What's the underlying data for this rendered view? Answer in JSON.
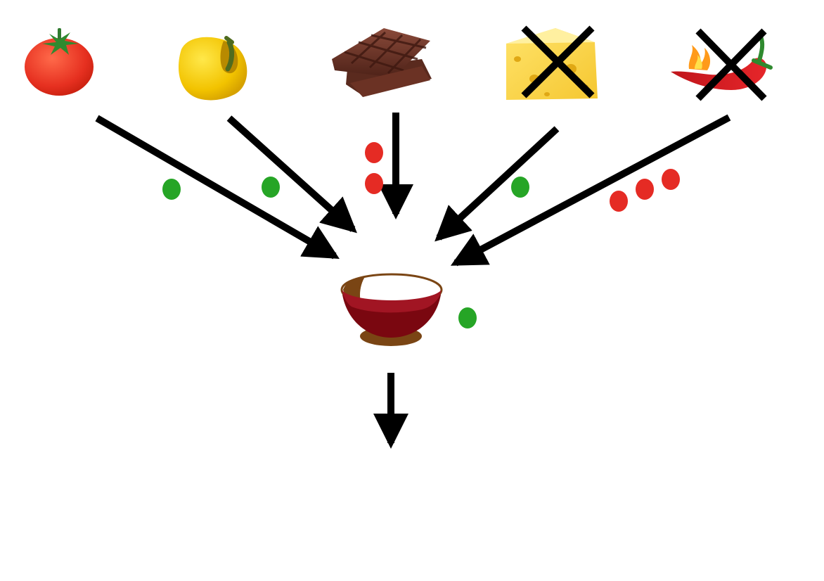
{
  "diagram": {
    "ingredients": [
      {
        "icon": "tomato-icon",
        "crossed": false,
        "dots": {
          "color": "#26a526",
          "count": 1
        }
      },
      {
        "icon": "yellow-pepper-icon",
        "crossed": false,
        "dots": {
          "color": "#26a526",
          "count": 1
        }
      },
      {
        "icon": "chocolate-bar-icon",
        "crossed": false,
        "dots": {
          "color": "#e52b24",
          "count": 2
        }
      },
      {
        "icon": "cheese-icon",
        "crossed": true,
        "dots": {
          "color": "#26a526",
          "count": 1
        }
      },
      {
        "icon": "chili-pepper-icon",
        "crossed": true,
        "dots": {
          "color": "#e52b24",
          "count": 3
        }
      }
    ],
    "bowl": {
      "icon": "bowl-icon",
      "dots": {
        "color": "#26a526",
        "count": 1
      }
    },
    "output_arrow": "down-arrow-icon",
    "colors": {
      "arrow": "#000000",
      "cross": "#000000",
      "good": "#26a526",
      "bad": "#e52b24"
    }
  }
}
